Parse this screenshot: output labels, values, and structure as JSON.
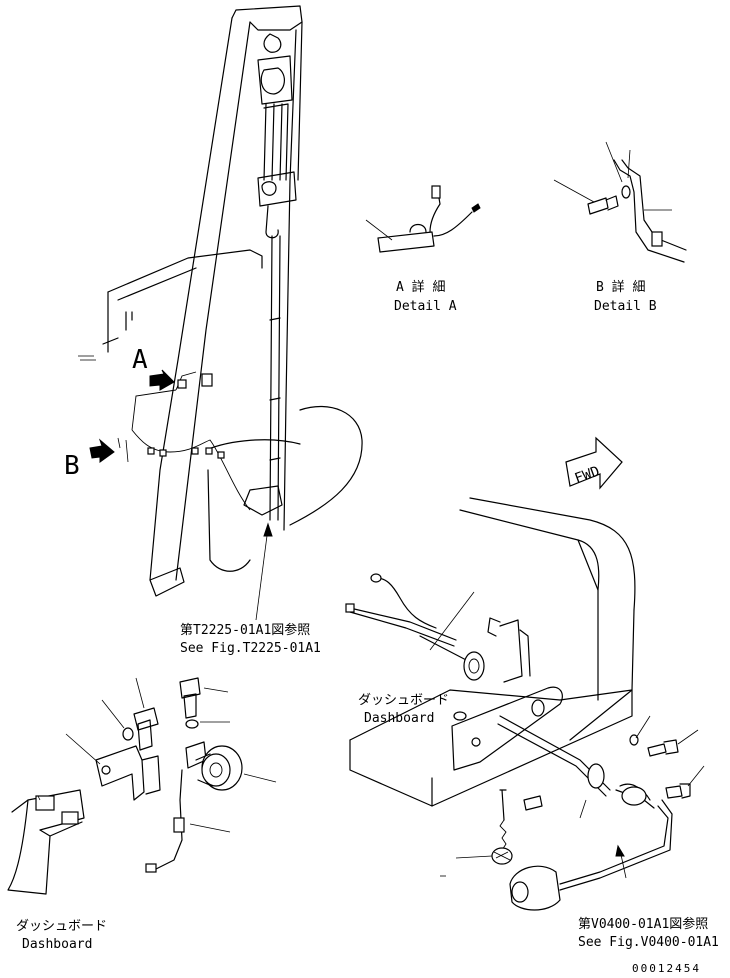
{
  "labels": {
    "detail_a_jp": "A 詳 細",
    "detail_a_en": "Detail A",
    "detail_b_jp": "B 詳 細",
    "detail_b_en": "Detail B",
    "callout_a": "A",
    "callout_b": "B",
    "fwd": "FWD",
    "ref_t2225_jp": "第T2225-01A1図参照",
    "ref_t2225_en": "See Fig.T2225-01A1",
    "dashboard_center_jp": "ダッシュボード",
    "dashboard_center_en": "Dashboard",
    "dashboard_left_jp": "ダッシュボード",
    "dashboard_left_en": "Dashboard",
    "ref_v0400_jp": "第V0400-01A1図参照",
    "ref_v0400_en": "See Fig.V0400-01A1",
    "drawing_number": "00012454"
  }
}
